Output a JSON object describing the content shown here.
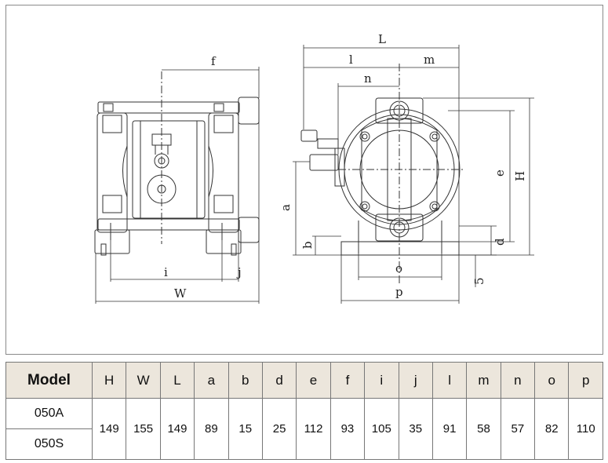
{
  "dimension_labels": {
    "L": "L",
    "l": "l",
    "m": "m",
    "n": "n",
    "f": "f",
    "e": "e",
    "H": "H",
    "a": "a",
    "b": "b",
    "d": "d",
    "i": "i",
    "j": "j",
    "W": "W",
    "o": "o",
    "p": "p",
    "five": "5"
  },
  "table": {
    "headers": [
      "Model",
      "H",
      "W",
      "L",
      "a",
      "b",
      "d",
      "e",
      "f",
      "i",
      "j",
      "l",
      "m",
      "n",
      "o",
      "p"
    ],
    "models": [
      "050A",
      "050S"
    ],
    "values": [
      "149",
      "155",
      "149",
      "89",
      "15",
      "25",
      "112",
      "93",
      "105",
      "35",
      "91",
      "58",
      "57",
      "82",
      "110"
    ]
  },
  "colors": {
    "line": "#333333",
    "header_bg": "#ece6dc",
    "border": "#777777"
  }
}
